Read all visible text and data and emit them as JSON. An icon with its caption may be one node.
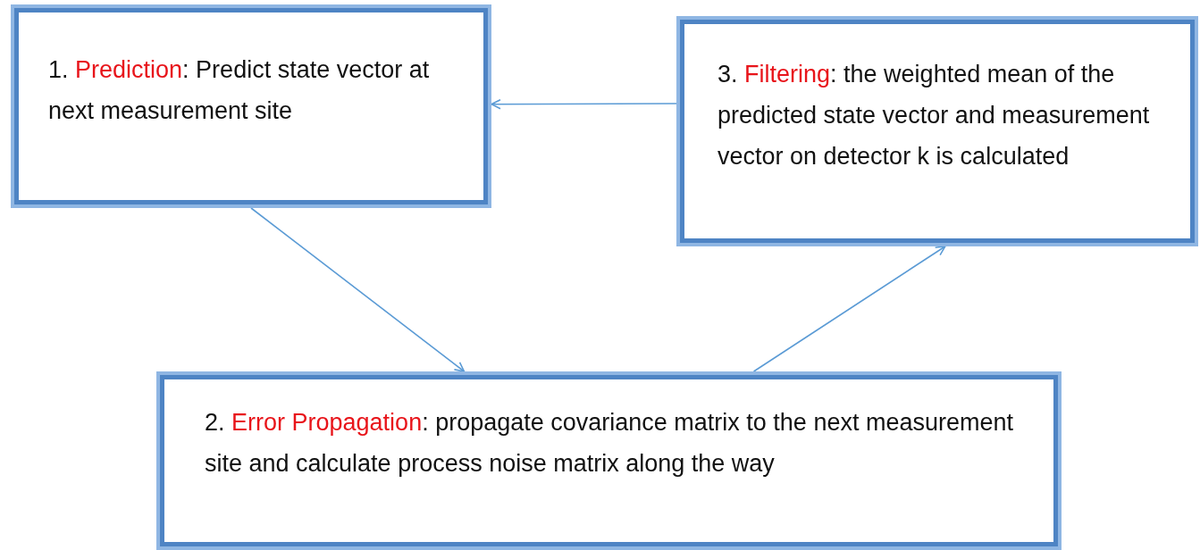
{
  "diagram": {
    "nodes": [
      {
        "text": [
          "1. Prediction: Predict state vector at next measurement site"
        ]
      },
      {
        "text": [
          "3. Filtering: the weighted mean of the predicted state vector and measurement vector on detector k is calculated"
        ]
      },
      {
        "text": [
          "2. Error Propagation: propagate covariance matrix to the next measurement site and calculate process noise matrix along the way"
        ]
      }
    ],
    "edges": [
      {
        "from": 0,
        "to": 2,
        "arrow": "to"
      },
      {
        "from": 2,
        "to": 1,
        "arrow": "to"
      },
      {
        "from": 1,
        "to": 0,
        "arrow": "to"
      }
    ]
  }
}
